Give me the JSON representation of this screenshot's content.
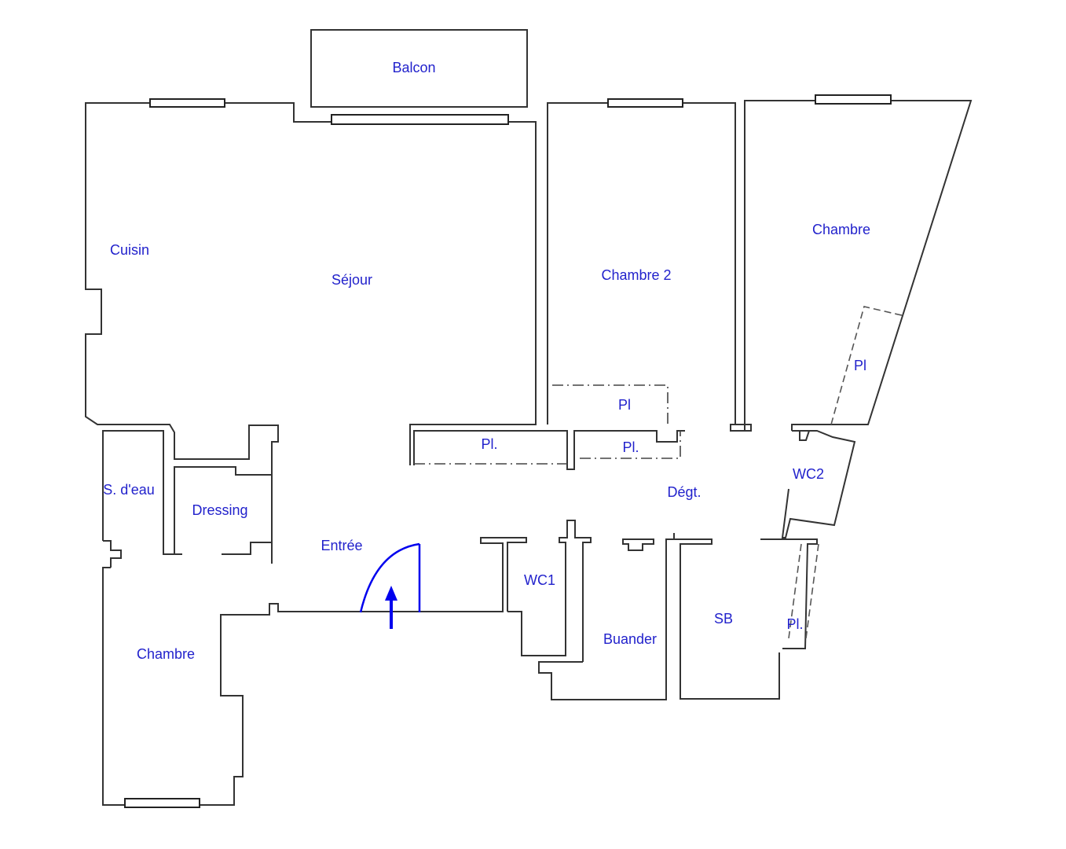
{
  "plan": {
    "label_color": "#2222cc",
    "wall_color": "#333333",
    "entrance_color": "#0000ee",
    "rooms": {
      "balcon": "Balcon",
      "cuisin": "Cuisin",
      "sejour": "Séjour",
      "chambre2": "Chambre 2",
      "chambre_ne": "Chambre",
      "sdeau": "S. d'eau",
      "dressing": "Dressing",
      "entree": "Entrée",
      "chambre_sw": "Chambre",
      "degt": "Dégt.",
      "wc1": "WC1",
      "wc2": "WC2",
      "buander": "Buander",
      "sb": "SB",
      "pl_chambre2": "Pl",
      "pl_sejour": "Pl.",
      "pl_degt": "Pl.",
      "pl_chambre_ne": "Pl",
      "pl_sb": "Pl."
    },
    "icons": {
      "entrance": "entrance-arrow-icon",
      "door": "door-swing-icon",
      "window": "window-icon"
    }
  }
}
